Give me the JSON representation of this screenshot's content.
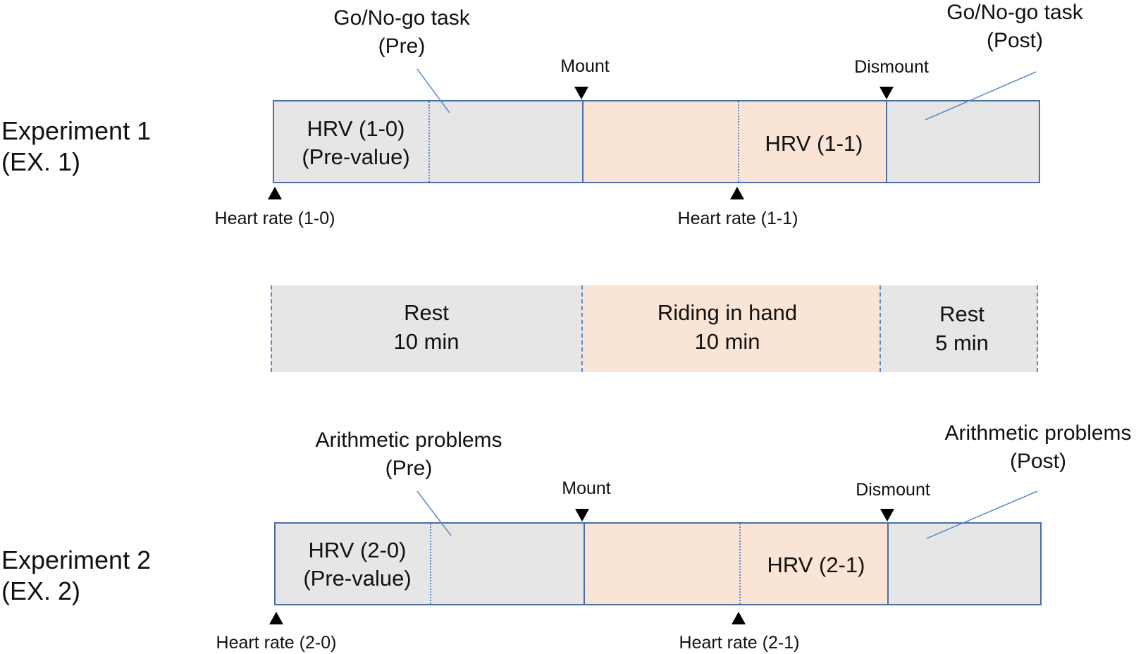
{
  "experiment1": {
    "label_line1": "Experiment   1",
    "label_line2": "(EX. 1)",
    "task_pre_line1": "Go/No-go task",
    "task_pre_line2": "(Pre)",
    "task_post_line1": "Go/No-go task",
    "task_post_line2": "(Post)",
    "mount": "Mount",
    "dismount": "Dismount",
    "hrv_pre_line1": "HRV (1-0)",
    "hrv_pre_line2": "(Pre-value)",
    "hrv_ride": "HRV (1-1)",
    "heart_rate_0": "Heart rate (1-0)",
    "heart_rate_1": "Heart rate (1-1)"
  },
  "timeline": {
    "rest1_line1": "Rest",
    "rest1_line2": "10 min",
    "ride_line1": "Riding in hand",
    "ride_line2": "10 min",
    "rest2_line1": "Rest",
    "rest2_line2": "5 min"
  },
  "experiment2": {
    "label_line1": "Experiment   2",
    "label_line2": "(EX. 2)",
    "task_pre_line1": "Arithmetic problems",
    "task_pre_line2": "(Pre)",
    "task_post_line1": "Arithmetic problems",
    "task_post_line2": "(Post)",
    "mount": "Mount",
    "dismount": "Dismount",
    "hrv_pre_line1": "HRV (2-0)",
    "hrv_pre_line2": "(Pre-value)",
    "hrv_ride": "HRV (2-1)",
    "heart_rate_0": "Heart rate (2-0)",
    "heart_rate_1": "Heart rate (2-1)"
  },
  "colors": {
    "rest_fill": "#e6e6e6",
    "ride_fill": "#fae4d6",
    "border": "#4a6fa5",
    "dotted": "#5b8ac9"
  }
}
